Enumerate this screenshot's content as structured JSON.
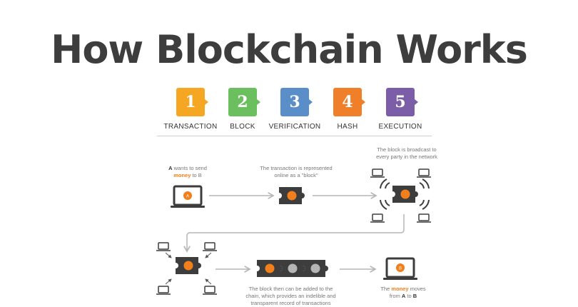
{
  "title": "How Blockchain Works",
  "steps": [
    {
      "number": "1",
      "label": "TRANSACTION",
      "color": "#f5a623"
    },
    {
      "number": "2",
      "label": "BLOCK",
      "color": "#6cbf5f"
    },
    {
      "number": "3",
      "label": "VERIFICATION",
      "color": "#5a8ec9"
    },
    {
      "number": "4",
      "label": "HASH",
      "color": "#f07f2a"
    },
    {
      "number": "5",
      "label": "EXECUTION",
      "color": "#7b5ea7"
    }
  ],
  "captions": {
    "send": {
      "prefix": "A",
      "mid": " wants to send",
      "money": "money",
      "suffix": " to B"
    },
    "block": {
      "line1": "The transaction is represented",
      "line2": "online as a \"block\""
    },
    "broadcast": {
      "line1": "The block is broadcast to",
      "line2": "every party in the network"
    },
    "chain": {
      "line1": "The block then can be added to the",
      "line2": "chain, which provides an indelible and",
      "line3": "transparent record of transactions"
    },
    "moves": {
      "pre": "The ",
      "money": "money",
      "mid": " moves",
      "line2a": "from ",
      "a": "A",
      "to": " to ",
      "b": "B"
    }
  },
  "laptop_labels": {
    "sender": "A",
    "receiver": "B"
  },
  "colors": {
    "accent": "#f07f1c",
    "dark": "#3d3d3d",
    "arrow": "#b5b5b5"
  }
}
